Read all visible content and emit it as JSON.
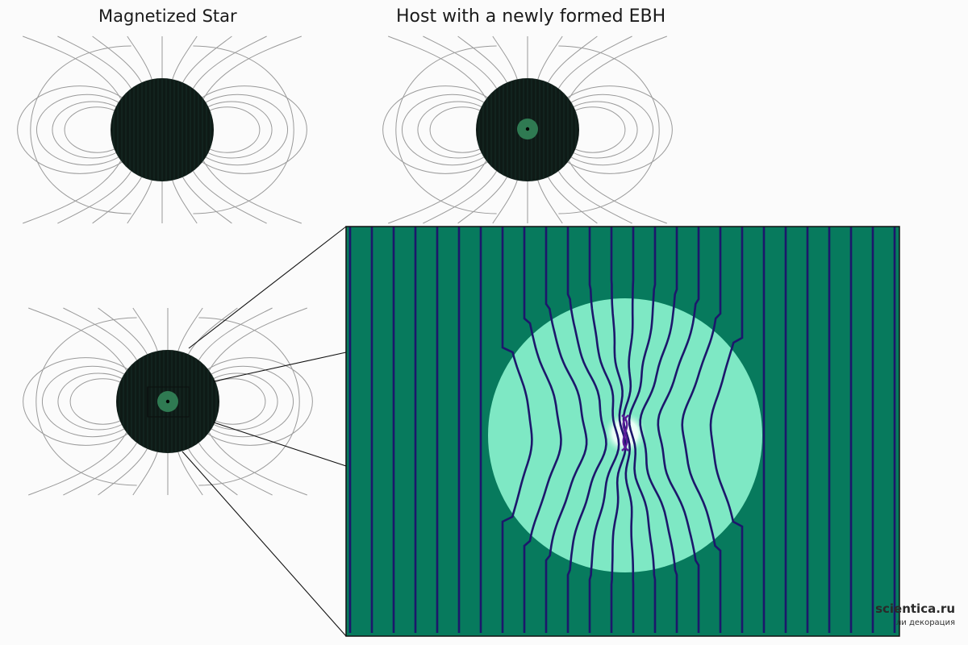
{
  "panels": {
    "magnetized_star": {
      "title": "Magnetized Star"
    },
    "host_ebh": {
      "title": "Host with a newly formed EBH"
    }
  },
  "colors": {
    "star_body": "#0e1a16",
    "core_green": "#2f7a52",
    "zoom_bg": "#077a5d",
    "zoom_lines": "#1c176b",
    "glow": "#7ee8c4",
    "twist": "#5a1c9a",
    "field_lines": "#9a9a9a"
  },
  "watermark": {
    "site": "scientica.ru",
    "caption": "ли декорация"
  }
}
